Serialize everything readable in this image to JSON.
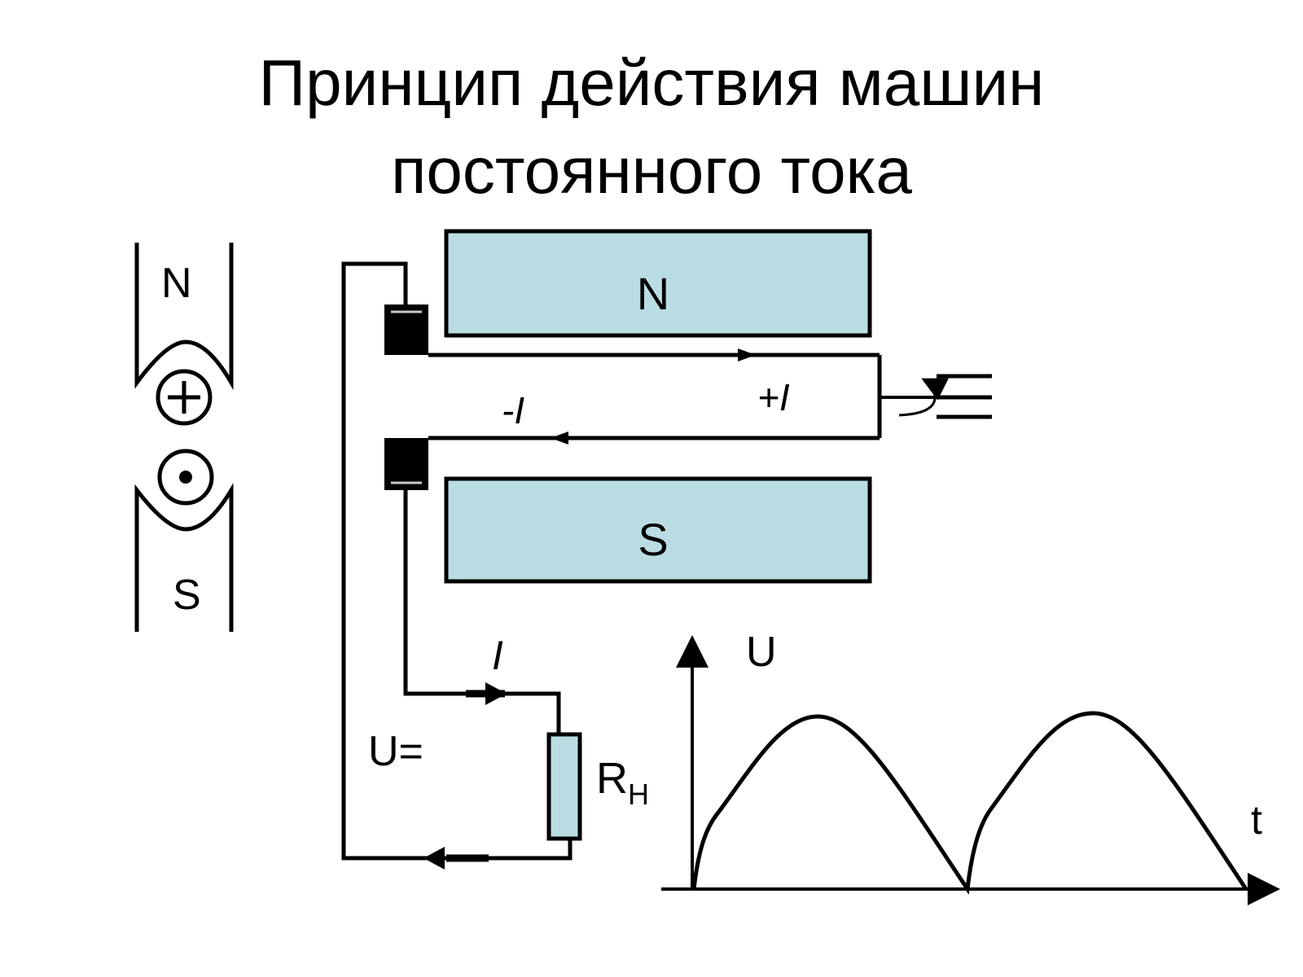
{
  "title": {
    "line1": "Принцип действия машин",
    "line2": "постоянного тока"
  },
  "side_view": {
    "north_label": "N",
    "south_label": "S",
    "conductor_top_symbol": "+",
    "conductor_bottom_symbol": "dot"
  },
  "machine": {
    "north_pole_label": "N",
    "south_pole_label": "S",
    "upper_current_label": "+I",
    "lower_current_label": "-I"
  },
  "circuit": {
    "current_label": "I",
    "voltage_label": "U=",
    "load_label": "R",
    "load_subscript": "Н"
  },
  "graph": {
    "y_axis_label": "U",
    "x_axis_label": "t",
    "waveform": "rectified half-sine, two arches"
  },
  "colors": {
    "pole_fill": "#b9dde2",
    "resistor_fill": "#b9dde2",
    "brush_fill": "#000000",
    "line": "#000000"
  }
}
